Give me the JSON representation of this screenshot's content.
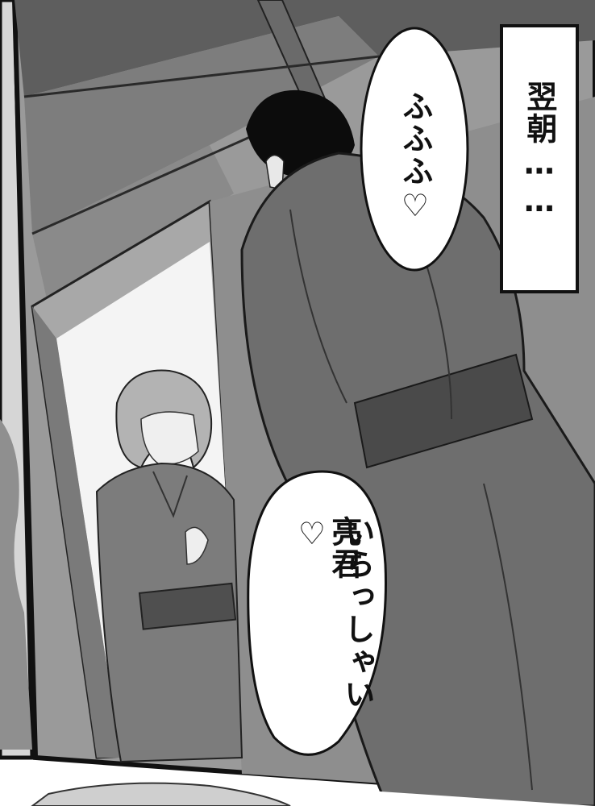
{
  "caption": {
    "text": "翌朝……"
  },
  "bubbles": [
    {
      "lines": [
        "ふふふ♡"
      ]
    },
    {
      "lines": [
        "いらっしゃい",
        "亮君♡"
      ]
    }
  ],
  "palette": {
    "ink": "#111111",
    "paper": "#ffffff",
    "tone_dark": "#5e5e5e",
    "tone_mid": "#8a8a8a",
    "tone_light": "#b9b9b9"
  }
}
